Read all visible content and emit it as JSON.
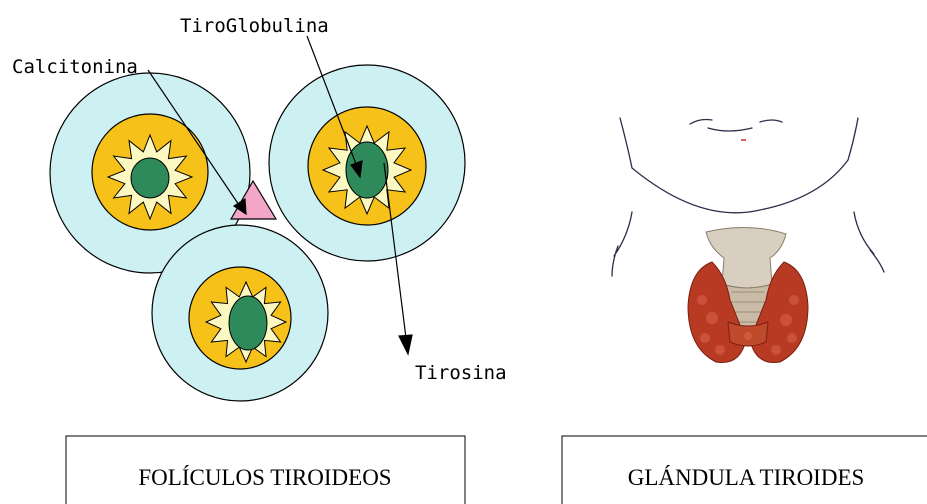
{
  "labels": {
    "tiroglobulina": "TiroGlobulina",
    "calcitonina": "Calcitonina",
    "tirosina": "Tirosina"
  },
  "captions": {
    "left": "FOLÍCULOS TIROIDEOS",
    "right": "GLÁNDULA TIROIDES"
  },
  "colors": {
    "outer_circle": "#cdf0f3",
    "inner_circle": "#f6c21a",
    "star": "#fcf8c2",
    "nucleus": "#2e8a5a",
    "triangle": "#f3a6c6",
    "thyroid_red": "#b83a22",
    "cartilage": "#d8cfc0"
  }
}
